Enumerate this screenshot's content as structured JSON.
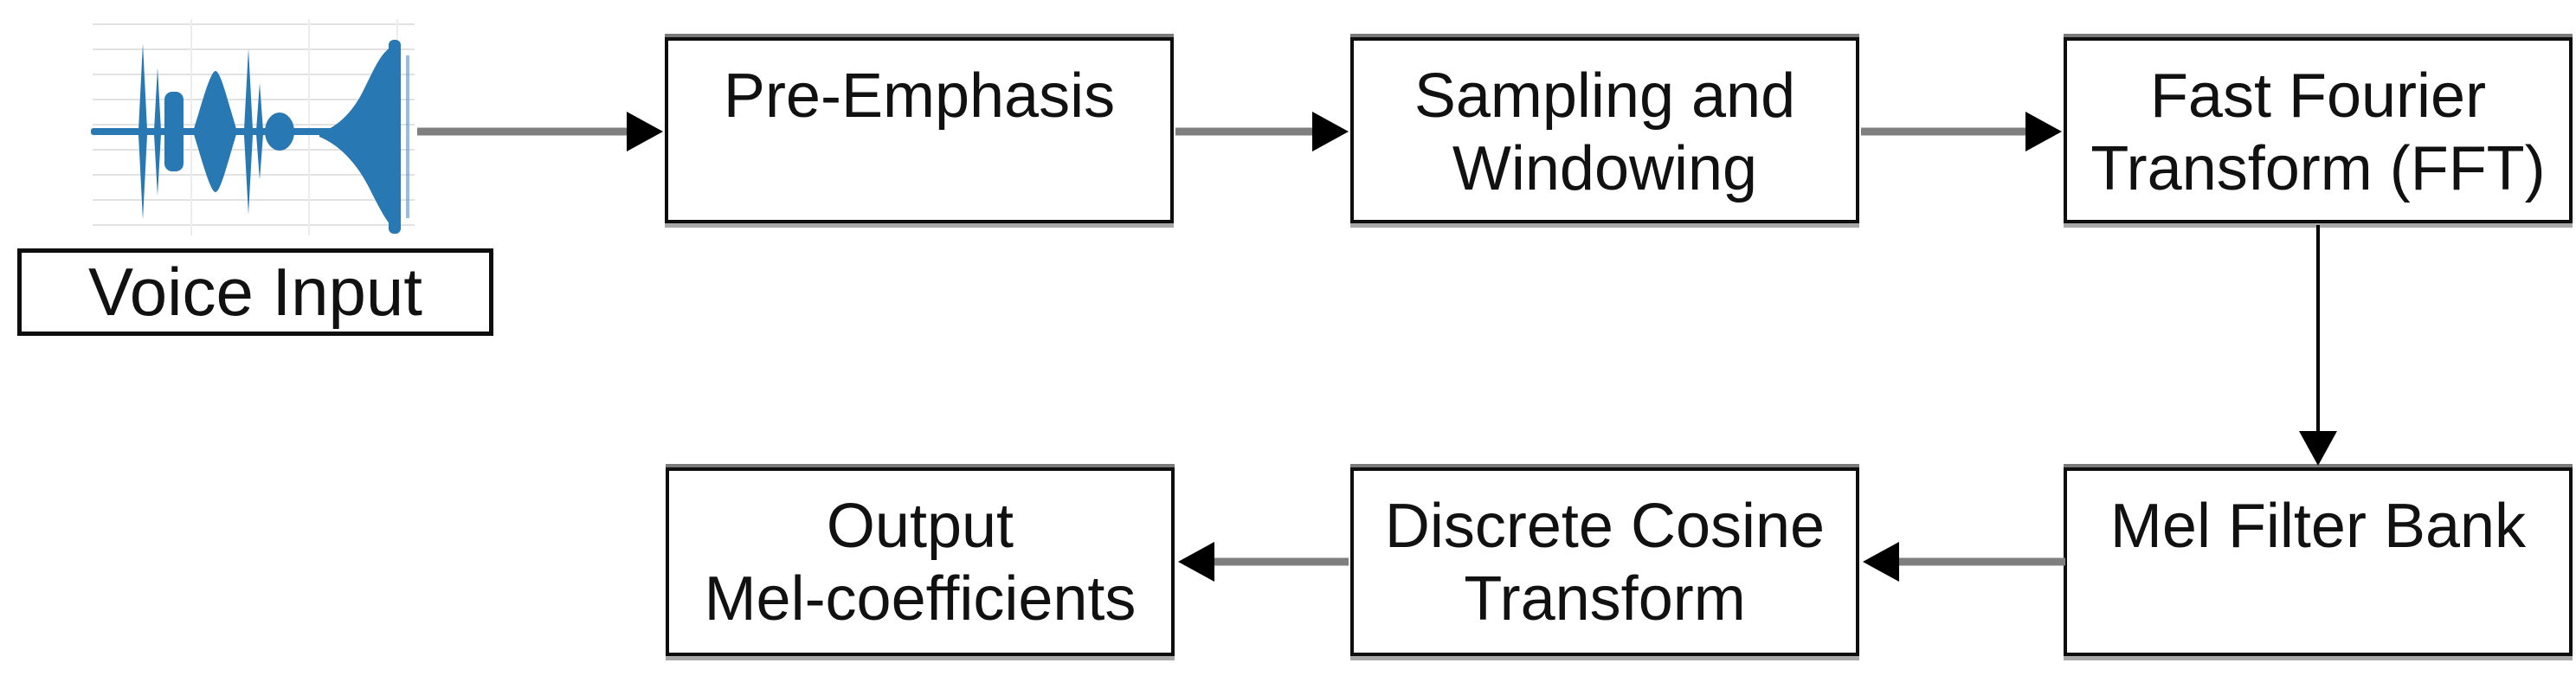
{
  "colors": {
    "waveform_blue": "#2878b4",
    "waveform_blue_light": "#5b9ccc",
    "arrow_line_gray": "#7f7f7f",
    "arrow_head_black": "#000000",
    "vertical_arrow_black": "#000000",
    "box_border_black": "#0d0d0d",
    "grid_line_gray": "#e2e2e2",
    "grid_line_vertical_gray": "#ededed"
  },
  "voice_input": {
    "label": "Voice Input",
    "icon": "voice-waveform-icon"
  },
  "nodes": [
    {
      "id": "pre-emphasis",
      "line1": "Pre-Emphasis",
      "line2": ""
    },
    {
      "id": "sampling-windowing",
      "line1": "Sampling and",
      "line2": "Windowing"
    },
    {
      "id": "fft",
      "line1": "Fast Fourier",
      "line2": "Transform (FFT)"
    },
    {
      "id": "mel-filter-bank",
      "line1": "Mel Filter Bank",
      "line2": ""
    },
    {
      "id": "discrete-cosine-transform",
      "line1": "Discrete Cosine",
      "line2": "Transform"
    },
    {
      "id": "output-mel-coefficients",
      "line1": "Output",
      "line2": "Mel-coefficients"
    }
  ],
  "edges": [
    {
      "from": "voice-input",
      "to": "pre-emphasis",
      "direction": "right"
    },
    {
      "from": "pre-emphasis",
      "to": "sampling-windowing",
      "direction": "right"
    },
    {
      "from": "sampling-windowing",
      "to": "fft",
      "direction": "right"
    },
    {
      "from": "fft",
      "to": "mel-filter-bank",
      "direction": "down"
    },
    {
      "from": "mel-filter-bank",
      "to": "discrete-cosine-transform",
      "direction": "left"
    },
    {
      "from": "discrete-cosine-transform",
      "to": "output-mel-coefficients",
      "direction": "left"
    }
  ]
}
